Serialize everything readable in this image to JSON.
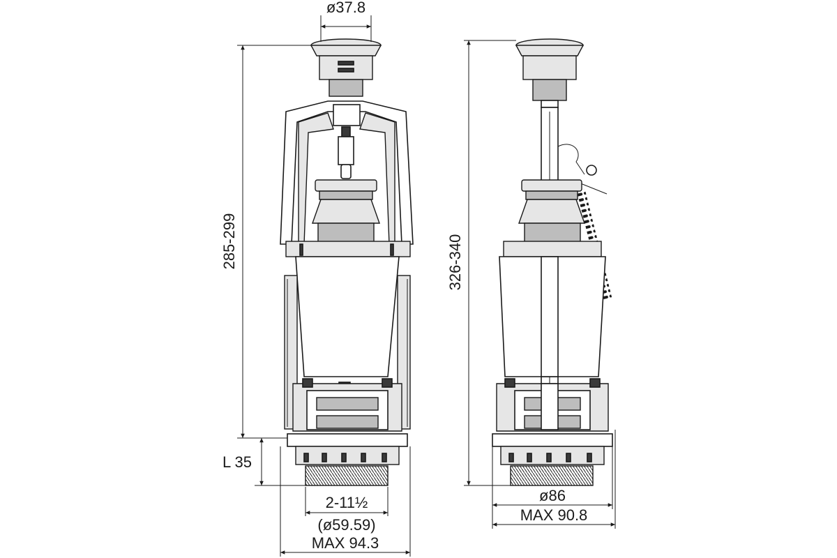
{
  "dimensions": {
    "button_diameter": "ø37.8",
    "height_left": "285-299",
    "height_right": "326-340",
    "l_length": "L 35",
    "thread_size": "2-11½",
    "thread_diameter": "(ø59.59)",
    "max_width_left": "MAX 94.3",
    "base_diameter": "ø86",
    "max_width_right": "MAX 90.8"
  }
}
